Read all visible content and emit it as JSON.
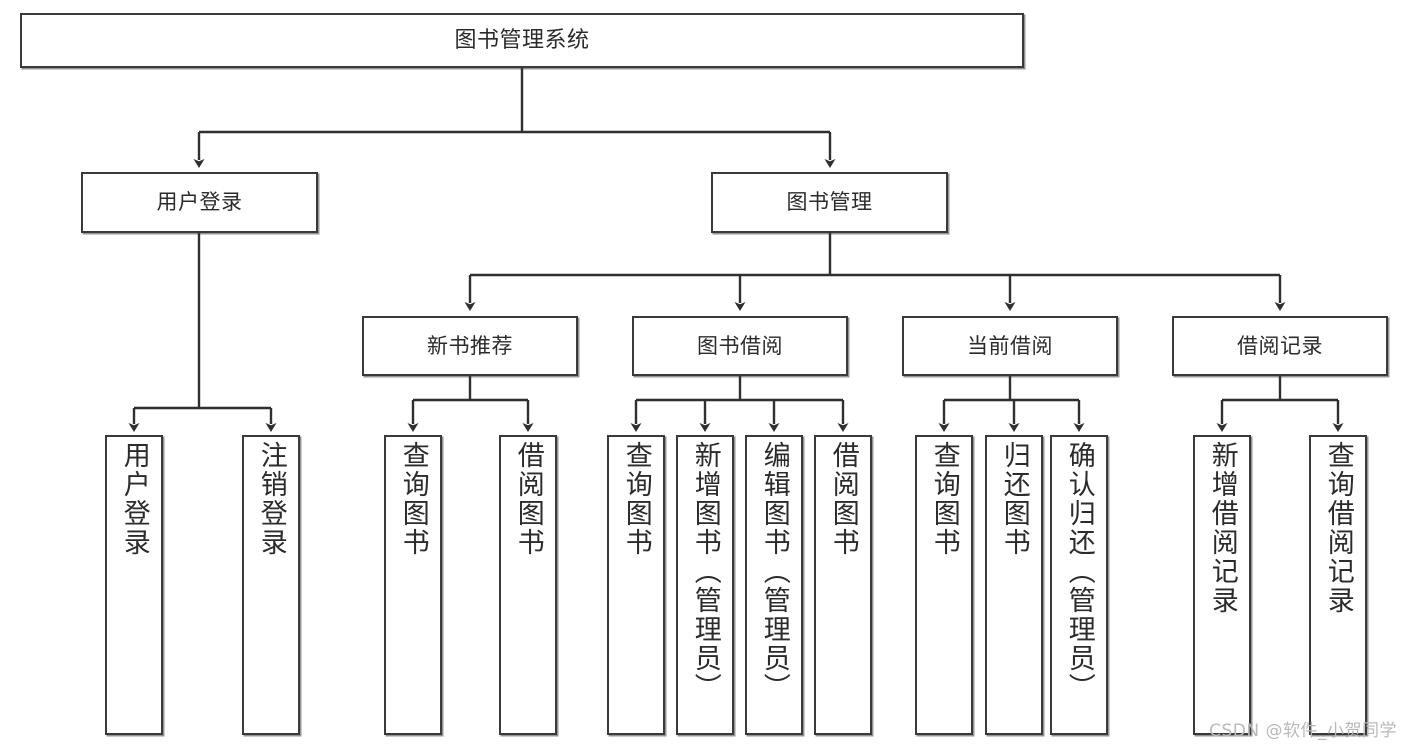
{
  "diagram": {
    "title": "图书管理系统",
    "type": "tree-hierarchy",
    "watermark": "CSDN @软件_小贺同学",
    "colors": {
      "box_border": "#3a3a3a",
      "box_fill": "#ffffff",
      "edge": "#2f2f2f",
      "text": "#2b2b2b",
      "watermark": "#b9b9b9"
    },
    "root": {
      "label": "图书管理系统"
    },
    "level1": [
      {
        "label": "用户登录"
      },
      {
        "label": "图书管理"
      }
    ],
    "level2": [
      {
        "label": "新书推荐"
      },
      {
        "label": "图书借阅"
      },
      {
        "label": "当前借阅"
      },
      {
        "label": "借阅记录"
      }
    ],
    "leaves": {
      "user_login": [
        {
          "label": "用户登录"
        },
        {
          "label": "注销登录"
        }
      ],
      "new_book_recommend": [
        {
          "label": "查询图书"
        },
        {
          "label": "借阅图书"
        }
      ],
      "book_borrow": [
        {
          "label": "查询图书"
        },
        {
          "label": "新增图书（管理员）"
        },
        {
          "label": "编辑图书（管理员）"
        },
        {
          "label": "借阅图书"
        }
      ],
      "current_borrow": [
        {
          "label": "查询图书"
        },
        {
          "label": "归还图书"
        },
        {
          "label": "确认归还（管理员）"
        }
      ],
      "borrow_record": [
        {
          "label": "新增借阅记录"
        },
        {
          "label": "查询借阅记录"
        }
      ]
    }
  }
}
